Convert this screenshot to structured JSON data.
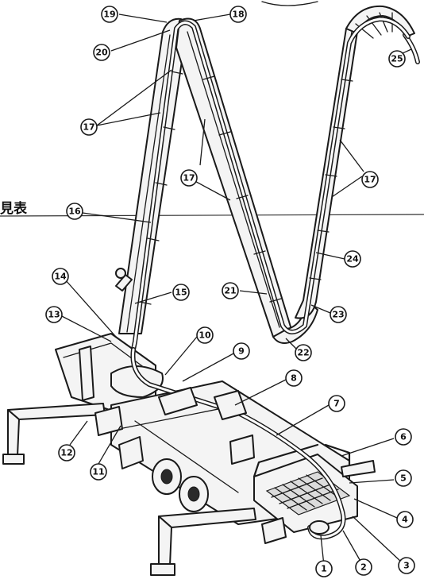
{
  "side_label": "見表",
  "callouts": [
    {
      "label": "1"
    },
    {
      "label": "2"
    },
    {
      "label": "3"
    },
    {
      "label": "4"
    },
    {
      "label": "5"
    },
    {
      "label": "6"
    },
    {
      "label": "7"
    },
    {
      "label": "8"
    },
    {
      "label": "9"
    },
    {
      "label": "10"
    },
    {
      "label": "11"
    },
    {
      "label": "12"
    },
    {
      "label": "13"
    },
    {
      "label": "14"
    },
    {
      "label": "15"
    },
    {
      "label": "16"
    },
    {
      "label": "17"
    },
    {
      "label": "17"
    },
    {
      "label": "17"
    },
    {
      "label": "17"
    },
    {
      "label": "18"
    },
    {
      "label": "19"
    },
    {
      "label": "20"
    },
    {
      "label": "21"
    },
    {
      "label": "22"
    },
    {
      "label": "23"
    },
    {
      "label": "24"
    },
    {
      "label": "25"
    }
  ]
}
